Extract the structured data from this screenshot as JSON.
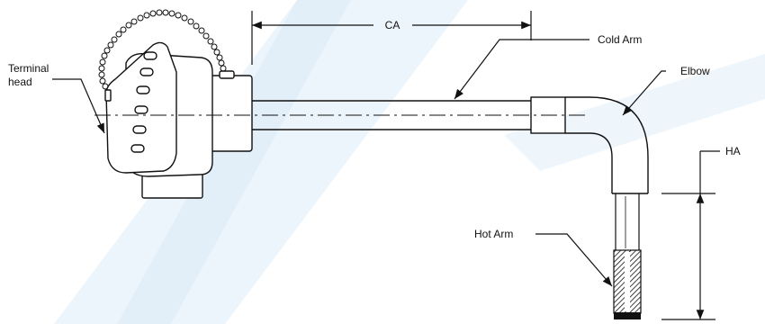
{
  "labels": {
    "ca": "CA",
    "cold_arm": "Cold Arm",
    "elbow": "Elbow",
    "terminal_head_line1": "Terminal",
    "terminal_head_line2": "head",
    "ha": "HA",
    "hot_arm": "Hot Arm"
  },
  "colors": {
    "line": "#111111",
    "watermark": "#e9f3fb",
    "watermark_dark": "#dcecf8",
    "background": "#ffffff"
  }
}
